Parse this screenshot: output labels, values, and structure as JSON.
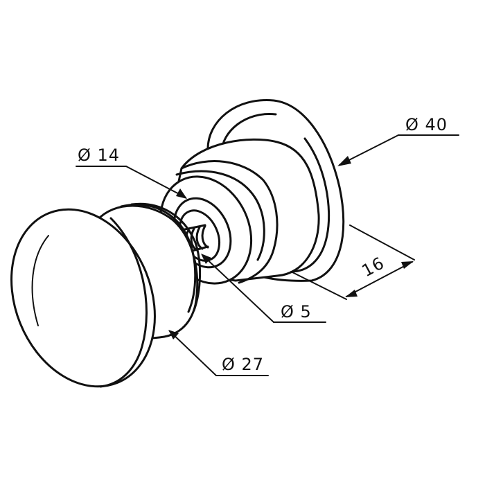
{
  "dimensions": {
    "outer_flange_diameter": "Ø 40",
    "neck_diameter": "Ø 14",
    "screw_diameter": "Ø 5",
    "knob_base_diameter": "Ø 27",
    "depth": "16"
  },
  "colors": {
    "line": "#111111",
    "background": "#ffffff"
  }
}
